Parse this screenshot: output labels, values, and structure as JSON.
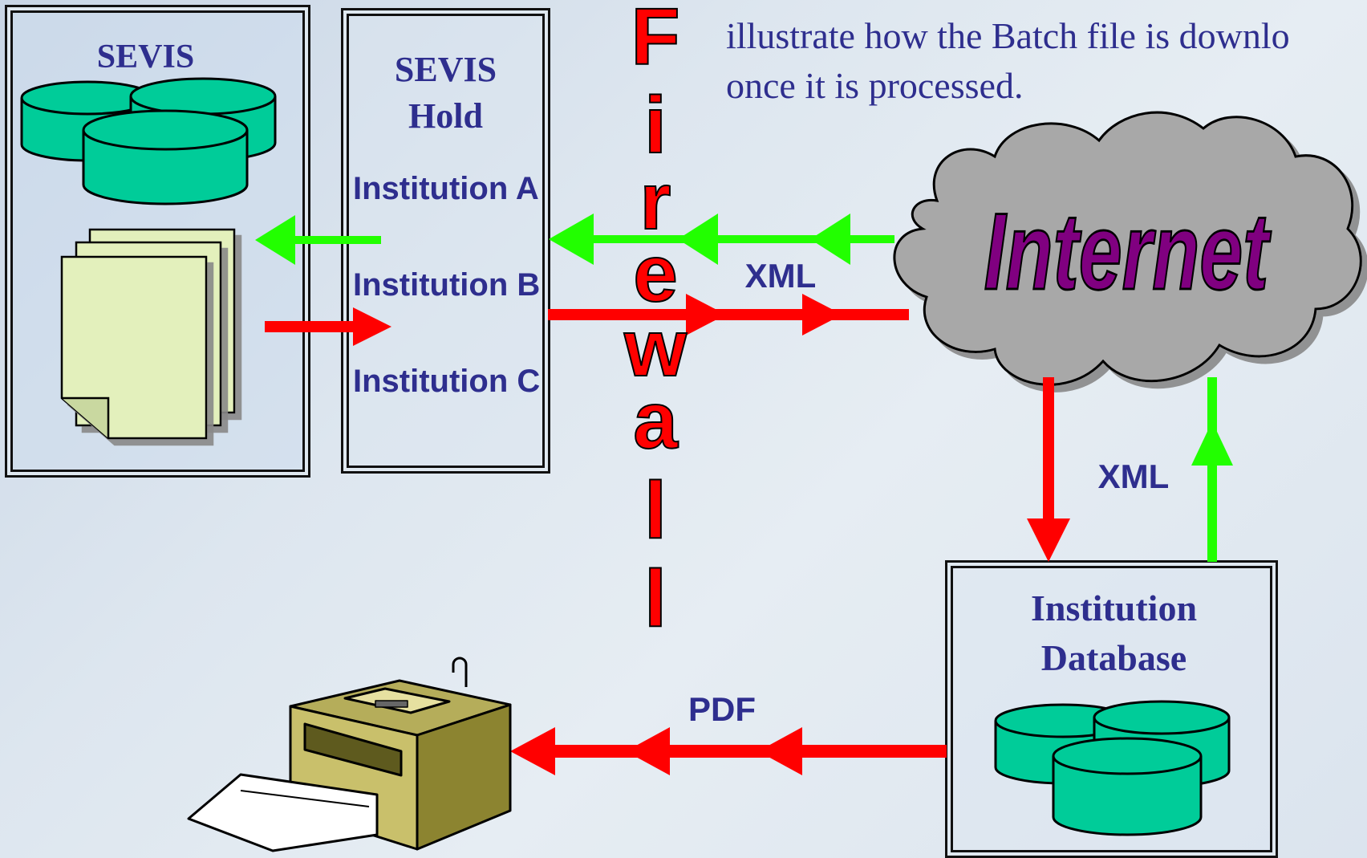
{
  "intro": {
    "line1": "illustrate how the Batch file is downlo",
    "line2": "once it is processed."
  },
  "sevis_box": {
    "title": "SEVIS"
  },
  "hold_box": {
    "title_line1": "SEVIS",
    "title_line2": "Hold",
    "institutions": [
      "Institution A",
      "Institution B",
      "Institution C"
    ]
  },
  "firewall": {
    "letters": [
      "F",
      "i",
      "r",
      "e",
      "w",
      "a",
      "l",
      "l"
    ]
  },
  "internet": {
    "label": "Internet"
  },
  "labels": {
    "xml_top": "XML",
    "xml_right": "XML",
    "pdf": "PDF"
  },
  "institution_db": {
    "line1": "Institution",
    "line2": "Database"
  },
  "colors": {
    "red_arrow": "#ff0000",
    "green_arrow": "#22ff00",
    "text_navy": "#2e2e8e",
    "cylinder": "#00cc99",
    "document": "#e3f0bc",
    "internet_text": "#800080",
    "cloud": "#a8a8a8"
  },
  "icons": [
    "database-cylinder-icon",
    "document-stack-icon",
    "printer-icon",
    "cloud-icon"
  ]
}
